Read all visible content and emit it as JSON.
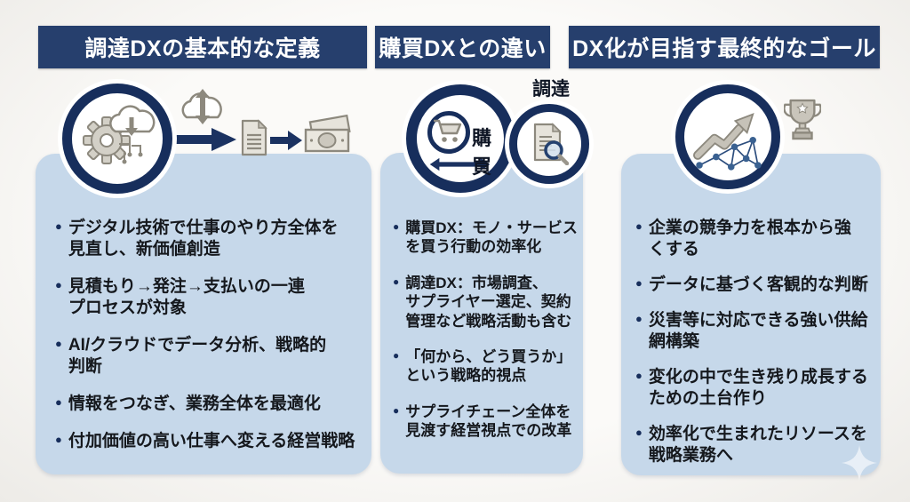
{
  "glyphs": {
    "bullet": "●"
  },
  "colors": {
    "page_bg": "#f6f5f2",
    "header_bg": "#263f6d",
    "header_text": "#ffffff",
    "panel_bg": "#c6d8ea",
    "navy": "#172e5c",
    "arrow_navy": "#1b3261",
    "text": "#15181d",
    "icon_gray": "#8d897e",
    "icon_fill": "#d3d0c7",
    "node_blue": "#3a6191"
  },
  "columns": [
    {
      "header": "調達DXの基本的な定義",
      "bullets": [
        "デジタル技術で仕事のやり方全体を\n見直し、新価値創造",
        "見積もり→発注→支払いの一連\nプロセスが対象",
        "AI/クラウドでデータ分析、戦略的\n判断",
        "情報をつなぎ、業務全体を最適化",
        "付加価値の高い仕事へ変える経営戦略"
      ]
    },
    {
      "header": "購買DXとの違い",
      "cart_label": "購買",
      "procurement_label": "調達",
      "bullets": [
        "購買DX：モノ・サービス\nを買う行動の効率化",
        "調達DX：市場調査、\nサプライヤー選定、契約\n管理など戦略活動も含む",
        "「何から、どう買うか」\nという戦略的視点",
        "サプライチェーン全体を\n見渡す経営視点での改革"
      ]
    },
    {
      "header": "DX化が目指す最終的なゴール",
      "bullets": [
        "企業の競争力を根本から強\nくする",
        "データに基づく客観的な判断",
        "災害等に対応できる強い供給\n網構築",
        "変化の中で生き残り成長する\nための土台作り",
        "効率化で生まれたリソースを\n戦略業務へ"
      ]
    }
  ]
}
